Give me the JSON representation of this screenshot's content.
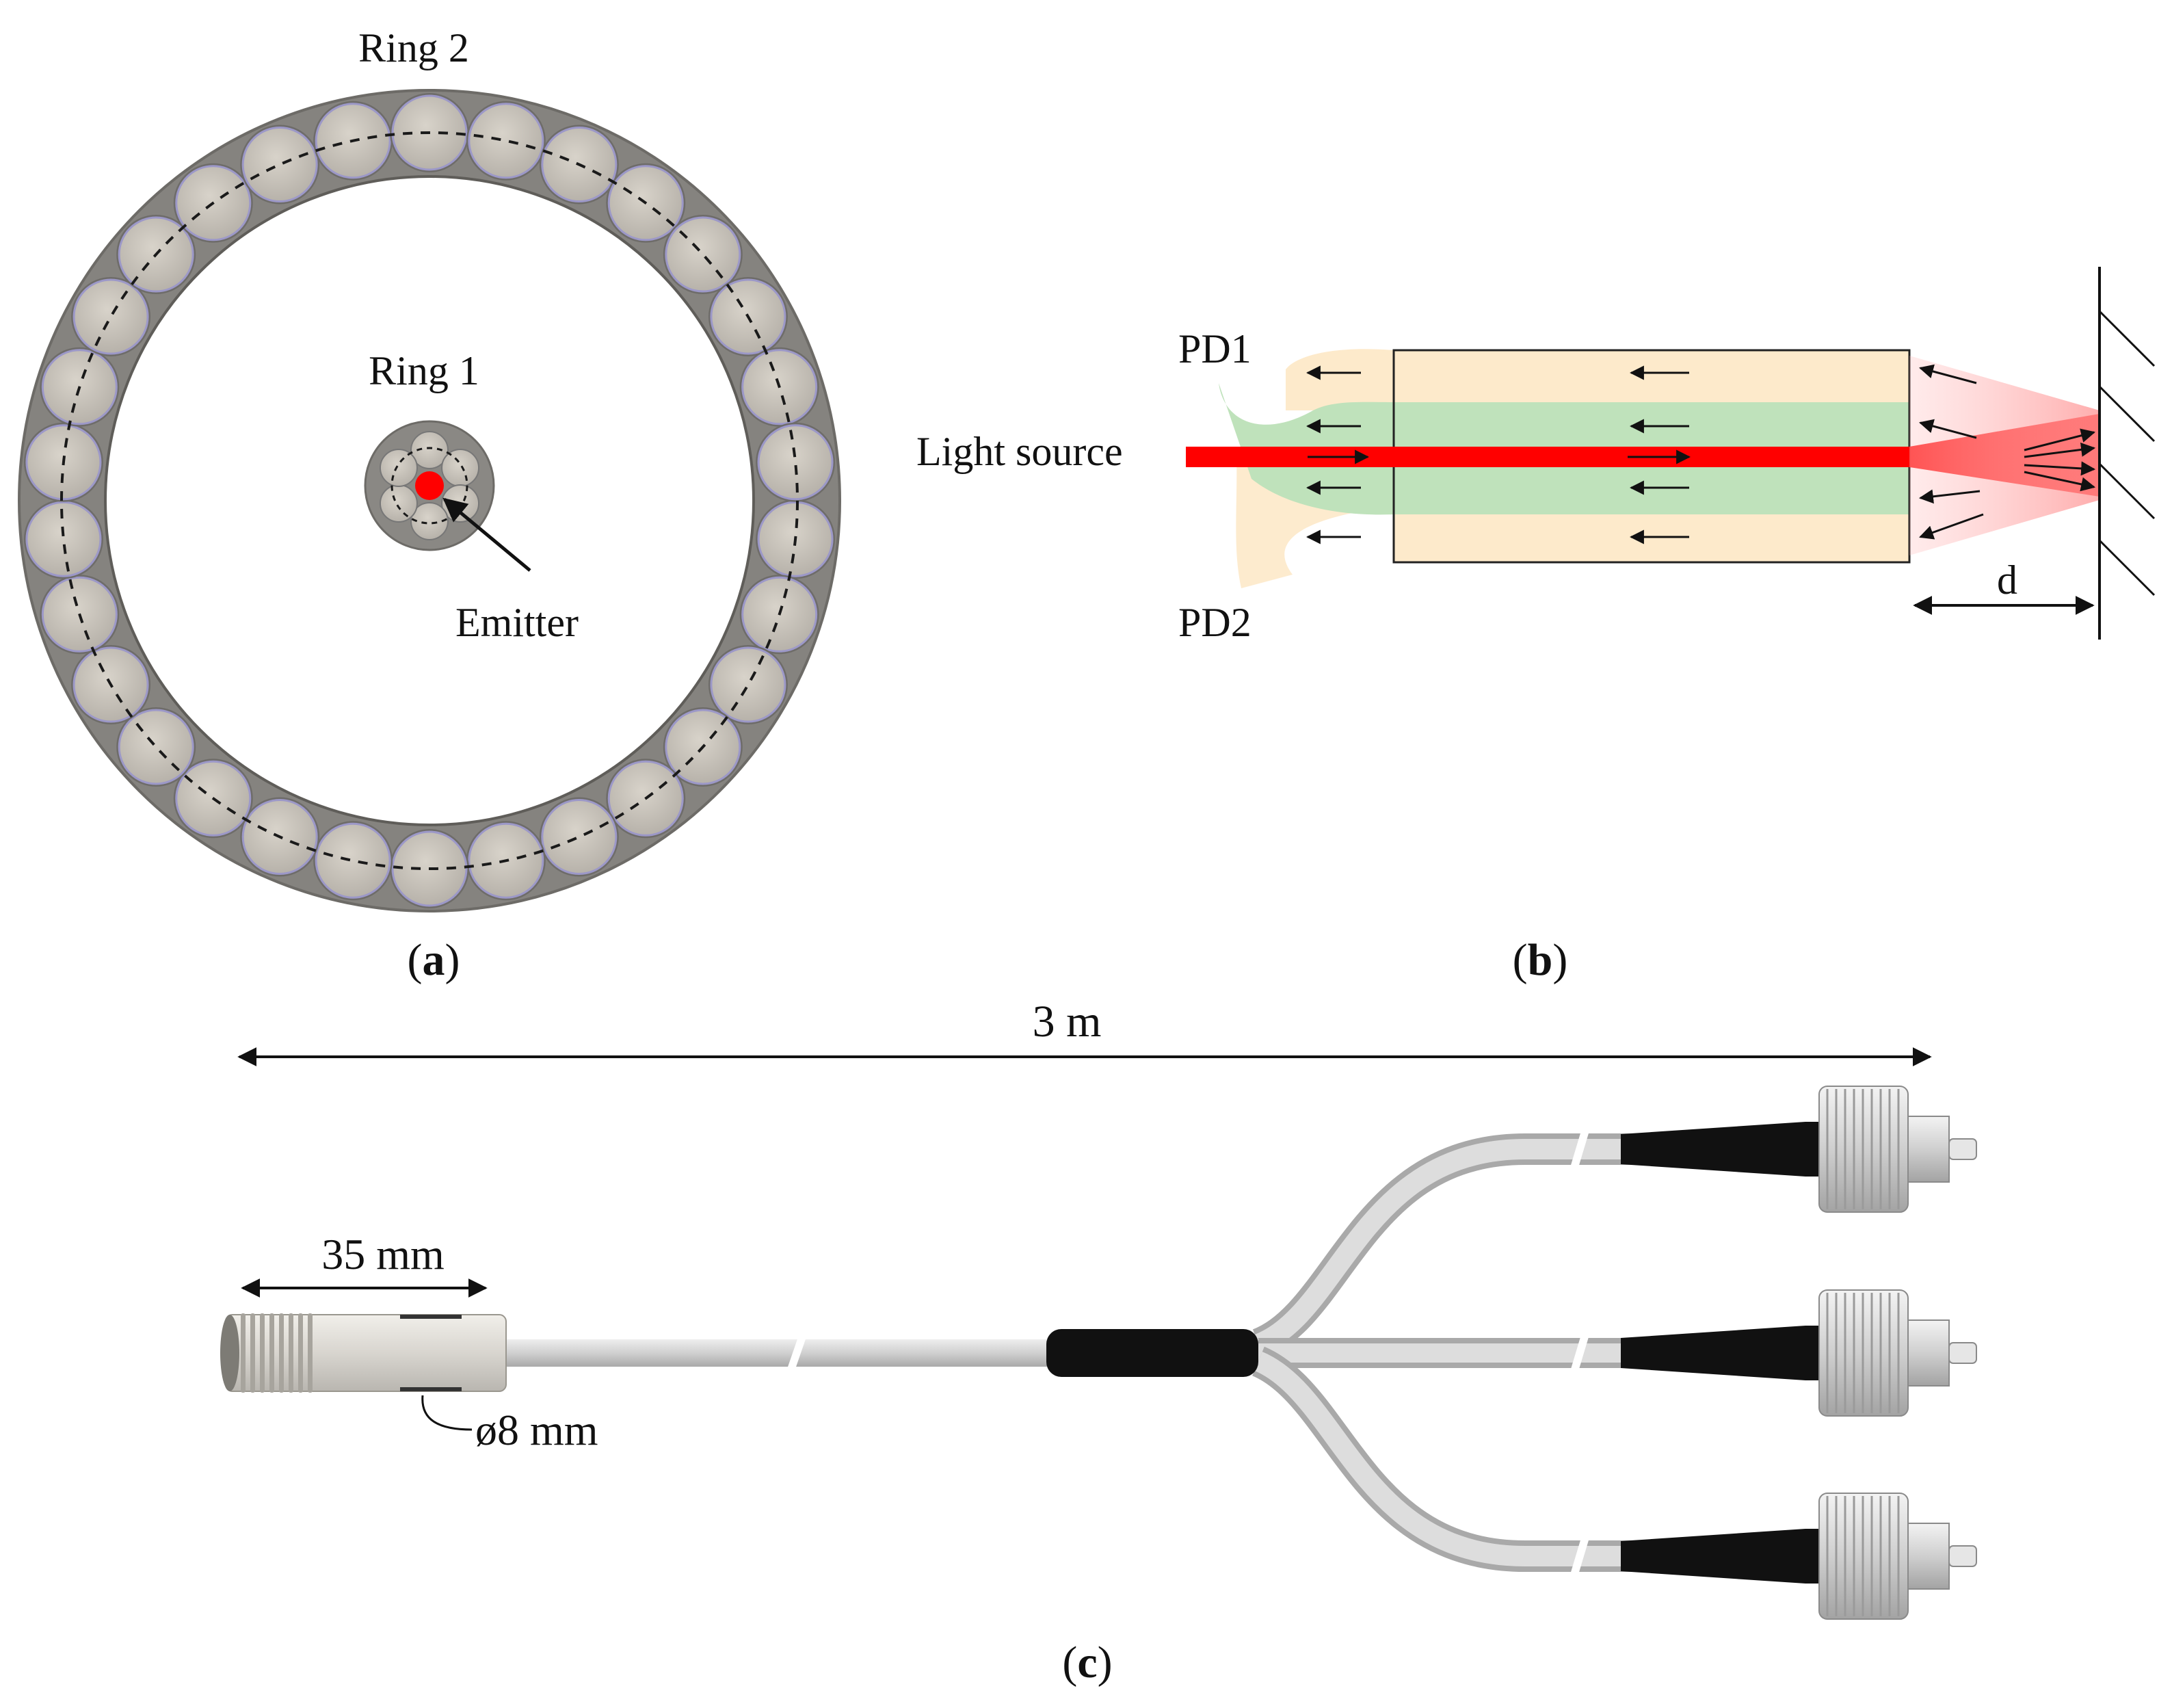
{
  "panel_a": {
    "ring2_label": "Ring 2",
    "ring1_label": "Ring 1",
    "emitter_label": "Emitter",
    "caption_open": "(",
    "caption_letter": "a",
    "caption_close": ")",
    "outer_fiber_count": 30,
    "inner_fiber_count": 6,
    "colors": {
      "ring_gray": "#85837f",
      "fiber_fill": "#c9c4bb",
      "emitter_red": "#ff0000"
    }
  },
  "panel_b": {
    "pd1_label": "PD1",
    "pd2_label": "PD2",
    "light_source_label": "Light source",
    "distance_label": "d",
    "caption_open": "(",
    "caption_letter": "b",
    "caption_close": ")",
    "colors": {
      "outer_band": "#fdeacb",
      "inner_band": "#bfe2bb",
      "beam": "#ff0000"
    }
  },
  "panel_c": {
    "total_length_label": "3 m",
    "probe_length_label": "35 mm",
    "diameter_label": "ø8 mm",
    "caption_open": "(",
    "caption_letter": "c",
    "caption_close": ")",
    "connector_count": 3,
    "colors": {
      "cable": "#d6d6d6",
      "sleeve": "#111111",
      "probe": "#dcdad5"
    }
  }
}
